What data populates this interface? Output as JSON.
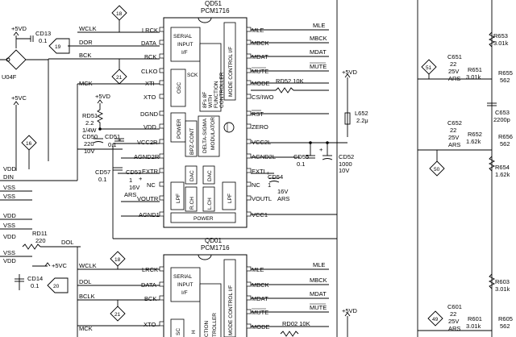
{
  "ic1": {
    "ref": "QD51",
    "part": "PCM1716",
    "left_pins": [
      "LRCK",
      "DATA",
      "BCK",
      "CLKO",
      "XTI",
      "XTO",
      "DGND",
      "VDD",
      "VCC2R",
      "AGND2R",
      "EXTR",
      "NC",
      "VOUTR",
      "AGND1"
    ],
    "right_pins": [
      "MLE",
      "MBCK",
      "MDAT",
      "MUTE",
      "MODE",
      "CS/IWO",
      "RST",
      "ZERO",
      "VCC2L",
      "AGND2L",
      "EXTL",
      "NC",
      "VOUTL",
      "VCC1"
    ],
    "blocks": {
      "serial": [
        "SERIAL",
        "INPUT",
        "I/F"
      ],
      "mode": "MODE CONTROL I/F",
      "function": [
        "8Fs 8F",
        "WITH",
        "FUNCTION",
        "CONTROLLER"
      ],
      "osc": "OSC",
      "sck": "SCK",
      "power": "POWER",
      "bpz": "BPZ-CONT",
      "delta": [
        "DELTA-SIGMA",
        "MODULATOR"
      ],
      "dac": "DAC",
      "rch": "R.CH",
      "lch": "L.CH",
      "lpf": "LPF",
      "power_bottom": "POWER"
    }
  },
  "ic2": {
    "ref": "QD01",
    "part": "PCM1716",
    "left_pins": [
      "LRCK",
      "DATA",
      "BCK",
      "XTO"
    ],
    "right_pins": [
      "MLE",
      "MBCK",
      "MDAT",
      "MUTE",
      "MODE"
    ],
    "blocks": {
      "serial": [
        "SERIAL",
        "INPUT",
        "I/F"
      ],
      "mode": "MODE CONTROL I/F",
      "func_partial": "CTION",
      "func_partial2": "TROLLER",
      "osc": "SC",
      "fn": "H"
    }
  },
  "nets_top": {
    "left": [
      "WCLK",
      "DOR",
      "BCK",
      "MCK"
    ],
    "right": [
      "MLE",
      "MBCK",
      "MDAT",
      "MUTE"
    ]
  },
  "nets_bottom": {
    "left": [
      "WCLK",
      "DOL",
      "BCLK",
      "MCK"
    ],
    "right": [
      "MLE",
      "MBCK",
      "MDAT",
      "MUTE"
    ]
  },
  "markers": [
    "18",
    "19",
    "21",
    "16",
    "51",
    "50",
    "18",
    "20",
    "21",
    "49"
  ],
  "supply": {
    "p5vd": "+5VD",
    "p5vc": "+5VC",
    "vdd": "VDD",
    "vss": "VSS",
    "din": "DIN",
    "dol": "DOL"
  },
  "parts": {
    "cd13": [
      "CD13",
      "0.1"
    ],
    "u04f": "U04F",
    "rd51": [
      "RD51",
      "2.2",
      "1/4W"
    ],
    "cd50": [
      "CD50",
      "220",
      "10V"
    ],
    "cd51": [
      "CD51",
      "0.1"
    ],
    "cd57": [
      "CD57",
      "0.1"
    ],
    "cd53": [
      "CD53",
      "1",
      "16V",
      "ARS"
    ],
    "cd55": [
      "CD55",
      "0.1"
    ],
    "cd52": [
      "CD52",
      "1000",
      "10V"
    ],
    "cd54": [
      "CD54",
      "1",
      "16V",
      "ARS"
    ],
    "rd52": "RD52 10K",
    "l652": [
      "L652",
      "2.2μ"
    ],
    "rd11": [
      "RD11",
      "220"
    ],
    "cd14": [
      "CD14",
      "0.1"
    ],
    "rd02": "RD02 10K",
    "c651": [
      "C651",
      "22",
      "25V",
      "ARS"
    ],
    "r651": [
      "R651",
      "3.01k"
    ],
    "r653": [
      "R653",
      "3.01k"
    ],
    "r655": [
      "R655",
      "562"
    ],
    "c653": [
      "C653",
      "2200p"
    ],
    "c652": [
      "C652",
      "22",
      "25V",
      "ARS"
    ],
    "r652": [
      "R652",
      "1.62k"
    ],
    "r656": [
      "R656",
      "562"
    ],
    "r654": [
      "R654",
      "1.62k"
    ],
    "c601": [
      "C601",
      "22",
      "25V",
      "ARS"
    ],
    "r601": [
      "R601",
      "3.01k"
    ],
    "r603": [
      "R603",
      "3.01k"
    ],
    "r605": [
      "R605",
      "562"
    ]
  },
  "plus": "+"
}
